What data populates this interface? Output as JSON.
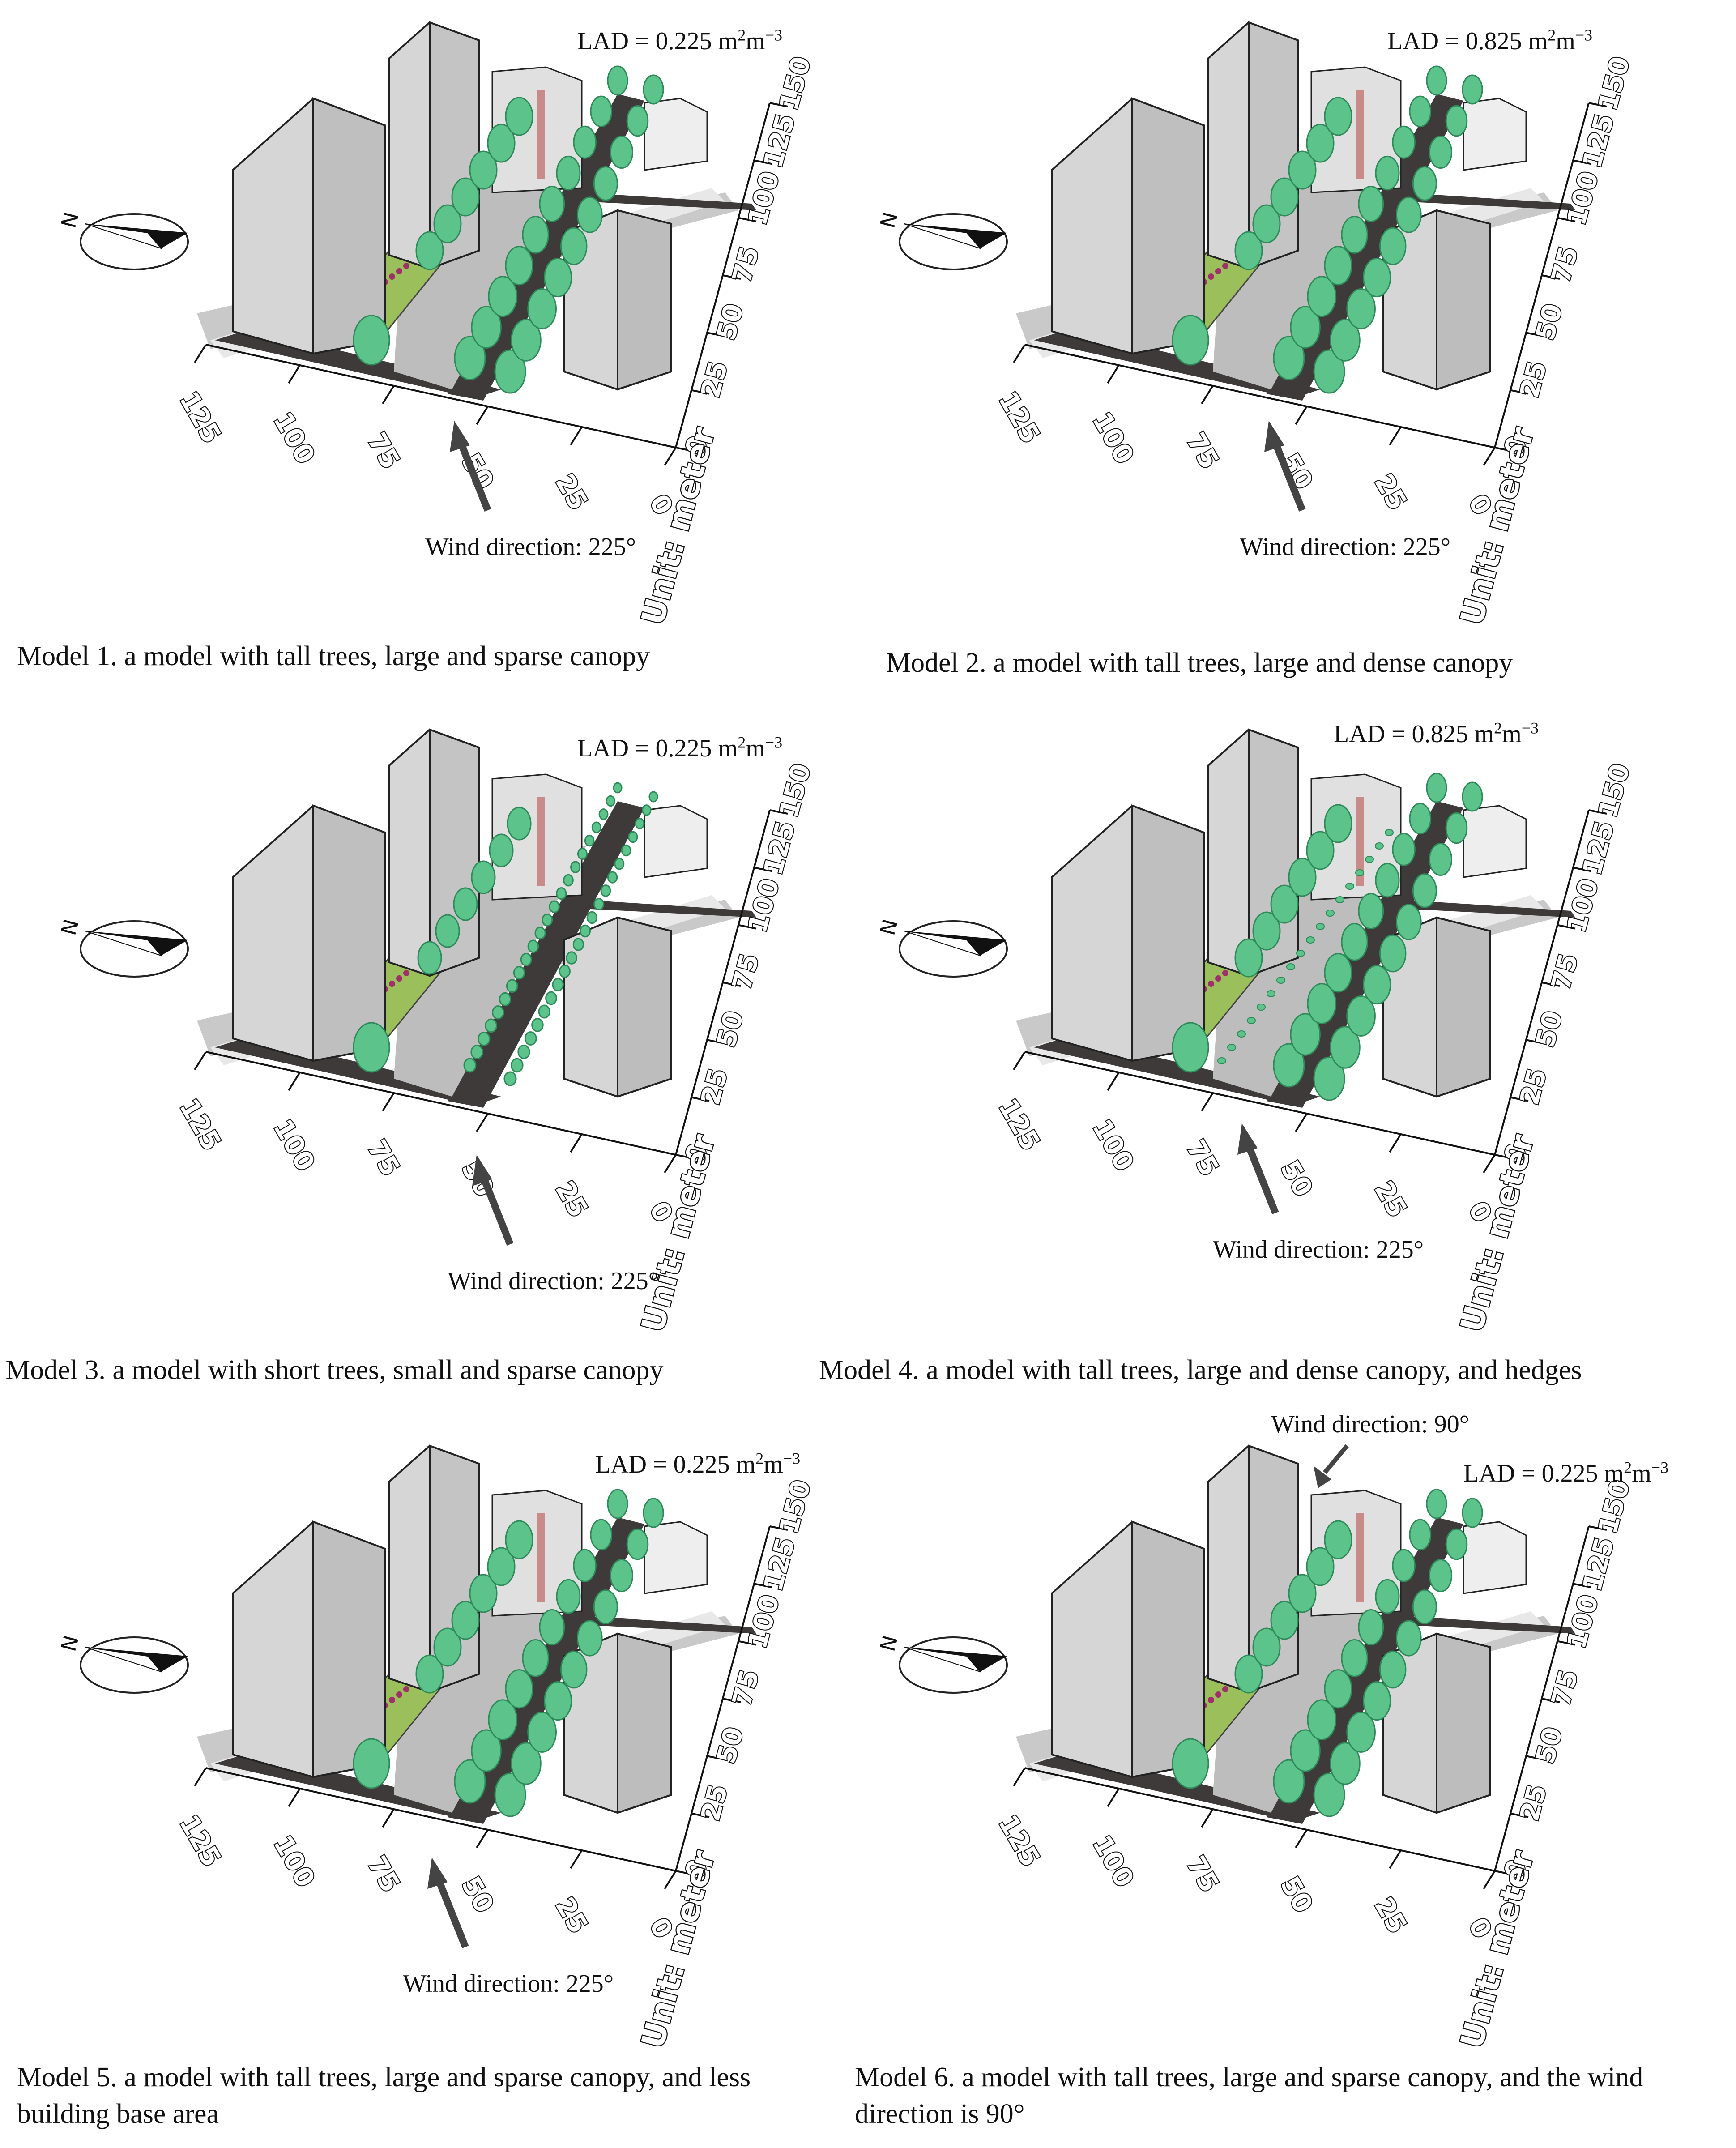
{
  "panels": [
    {
      "id": "model-1",
      "lad_value": "LAD = 0.225 m",
      "wind_label": "Wind direction: 225°",
      "caption": "Model 1. a model with tall trees, large and sparse canopy",
      "tree_style": "tall",
      "hedges": false,
      "wind_arrow": "up"
    },
    {
      "id": "model-2",
      "lad_value": "LAD = 0.825 m",
      "wind_label": "Wind direction: 225°",
      "caption": "Model 2. a model with tall trees, large and dense canopy",
      "tree_style": "tall",
      "hedges": false,
      "wind_arrow": "up"
    },
    {
      "id": "model-3",
      "lad_value": "LAD = 0.225 m",
      "wind_label": "Wind direction: 225°",
      "caption": "Model 3. a model with short trees, small and sparse canopy",
      "tree_style": "short",
      "hedges": false,
      "wind_arrow": "up"
    },
    {
      "id": "model-4",
      "lad_value": "LAD = 0.825 m",
      "wind_label": "Wind direction: 225°",
      "caption": "Model 4. a model with tall trees, large and dense canopy, and hedges",
      "tree_style": "tall",
      "hedges": true,
      "wind_arrow": "up"
    },
    {
      "id": "model-5",
      "lad_value": "LAD = 0.225 m",
      "wind_label": "Wind direction: 225°",
      "caption": "Model 5. a model with tall trees, large and sparse canopy, and less building base area",
      "tree_style": "tall",
      "hedges": false,
      "wind_arrow": "up"
    },
    {
      "id": "model-6",
      "lad_value": "LAD = 0.225 m",
      "wind_label": "Wind direction: 90°",
      "caption": "Model 6. a model with tall trees, large and sparse canopy, and the wind direction is 90°",
      "tree_style": "tall",
      "hedges": false,
      "wind_arrow": "down"
    }
  ],
  "lad_unit_exp1": "2",
  "lad_unit_m": "m",
  "lad_unit_exp2": "−3",
  "axis": {
    "x_ticks": [
      "125",
      "100",
      "75",
      "50",
      "25",
      "0"
    ],
    "y_ticks": [
      "0",
      "25",
      "50",
      "75",
      "100",
      "125",
      "150"
    ],
    "unit_label": "Unit: meter"
  },
  "compass_letter": "N",
  "colors": {
    "tree_green": "#5cc48a",
    "tree_dark": "#2f8a5a",
    "lawn": "#9bbf5a",
    "road": "#3e3a3a",
    "building": "#d6d6d6",
    "plaza": "#bdbdbd",
    "flower": "#a0306a"
  }
}
